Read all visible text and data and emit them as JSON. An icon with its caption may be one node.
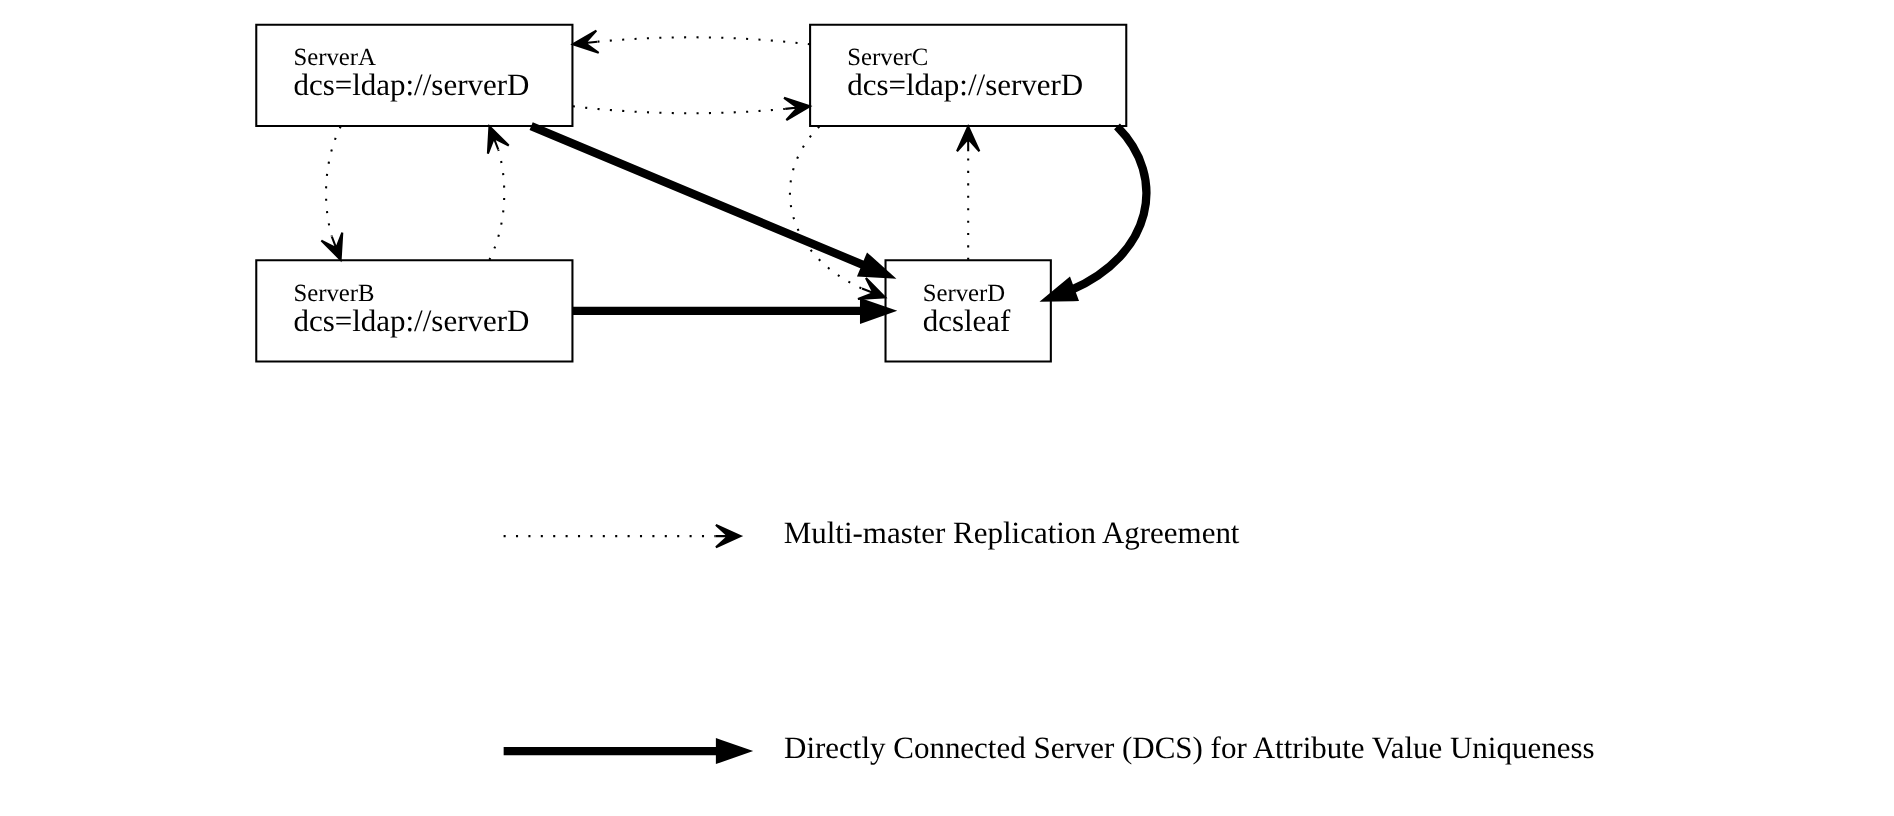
{
  "diagram": {
    "nodes": [
      {
        "text": [
          "ServerA",
          "dcs=ldap://serverD"
        ]
      },
      {
        "text": [
          "ServerC",
          "dcs=ldap://serverD"
        ]
      },
      {
        "text": [
          "ServerB",
          "dcs=ldap://serverD"
        ]
      },
      {
        "text": [
          "ServerD",
          "dcsleaf"
        ]
      }
    ],
    "edges": [
      {
        "from": 0,
        "to": 1,
        "arrow": "to",
        "style": "dashed"
      },
      {
        "from": 1,
        "to": 0,
        "arrow": "to",
        "style": "dashed"
      },
      {
        "from": 2,
        "to": 0,
        "arrow": "to",
        "style": "dashed"
      },
      {
        "from": 0,
        "to": 2,
        "arrow": "to",
        "style": "dashed"
      },
      {
        "from": 3,
        "to": 1,
        "arrow": "to",
        "style": "dashed"
      },
      {
        "from": 1,
        "to": 3,
        "arrow": "to",
        "style": "dashed"
      },
      {
        "from": 0,
        "to": 3,
        "arrow": "to",
        "style": "thick"
      },
      {
        "from": 1,
        "to": 3,
        "arrow": "to",
        "style": "thick"
      },
      {
        "from": 2,
        "to": 3,
        "arrow": "to",
        "style": "thick"
      }
    ],
    "legend": [
      {
        "text": "Multi-master Replication Agreement"
      },
      {
        "text": "Directly Connected Server (DCS) for Attribute Value Uniqueness"
      }
    ]
  }
}
